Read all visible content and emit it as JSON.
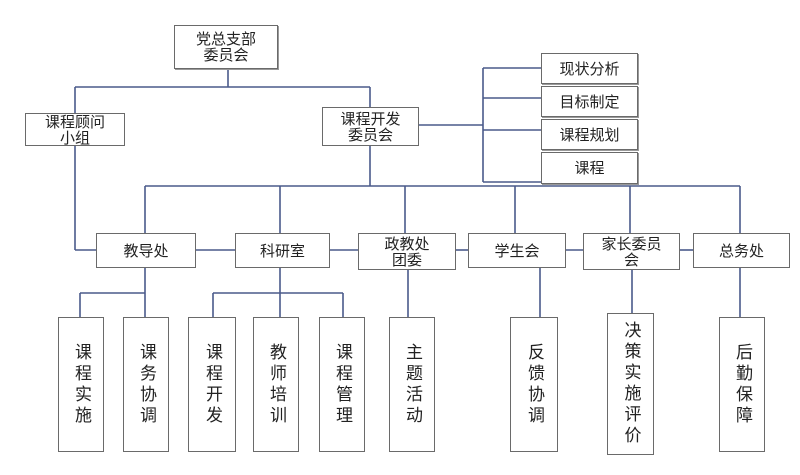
{
  "root": {
    "line1": "党总支部",
    "line2": "委员会"
  },
  "advisory": {
    "line1": "课程顾问",
    "line2": "小组"
  },
  "dev_committee": {
    "line1": "课程开发",
    "line2": "委员会"
  },
  "dev_tasks": [
    "现状分析",
    "目标制定",
    "课程规划",
    "课程"
  ],
  "departments": [
    {
      "name": "教导处"
    },
    {
      "name": "科研室"
    },
    {
      "name": "政教处团委"
    },
    {
      "name": "学生会"
    },
    {
      "name": "家长委员会"
    },
    {
      "name": "总务处"
    }
  ],
  "dept_labels": {
    "d0": "教导处",
    "d1": "科研室",
    "d2_l1": "政教处",
    "d2_l2": "团委",
    "d3": "学生会",
    "d4_l1": "家长委员",
    "d4_l2": "会",
    "d5": "总务处"
  },
  "tasks": [
    "课程实施",
    "课务协调",
    "课程开发",
    "教师培训",
    "课程管理",
    "主题活动",
    "反馈协调",
    "决策实施评价",
    "后勤保障"
  ]
}
